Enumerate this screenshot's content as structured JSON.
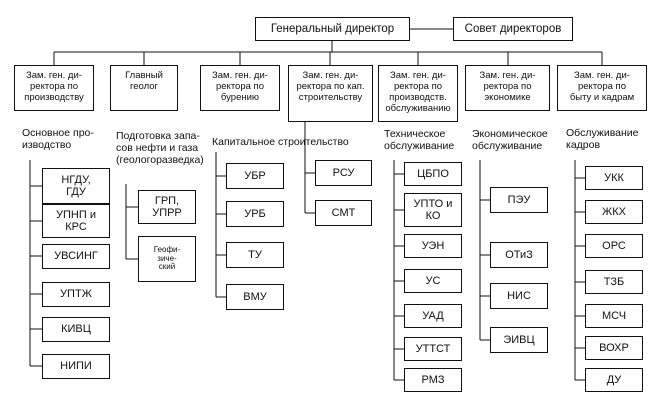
{
  "top": {
    "ceo": "Генеральный директор",
    "board": "Совет директоров"
  },
  "departments": [
    {
      "title": "Зам. ген. ди-\nректора по\nпроизводству",
      "area": "Основное про-\nизводство",
      "units": [
        "НГДУ,\nГДУ",
        "УПНП и\nКРС",
        "УВСИНГ",
        "УПТЖ",
        "КИВЦ",
        "НИПИ"
      ]
    },
    {
      "title": "Главный\nгеолог",
      "area": "Подготовка запа-\nсов нефти и газа\n(геологоразведка)",
      "units": [
        "ГРП,\nУПРР",
        "Геофи-\nзиче-\nский"
      ]
    },
    {
      "title": "Зам. ген. ди-\nректора по\nбурению",
      "area": "Капитальное строительство",
      "units": [
        "УБР",
        "УРБ",
        "ТУ",
        "ВМУ"
      ]
    },
    {
      "title": "Зам. ген. ди-\nректора по кап.\nстроительству",
      "area": "",
      "units": [
        "РСУ",
        "СМТ"
      ]
    },
    {
      "title": "Зам. ген. ди-\nректора по\nпроизводств.\nобслуживанию",
      "area": "Техническое\nобслуживание",
      "units": [
        "ЦБПО",
        "УПТО и\nКО",
        "УЭН",
        "УС",
        "УАД",
        "УТТСТ",
        "РМЗ"
      ]
    },
    {
      "title": "Зам. ген. ди-\nректора по\nэкономике",
      "area": "Экономическое\nобслуживание",
      "units": [
        "ПЭУ",
        "ОТиЗ",
        "НИС",
        "ЭИВЦ"
      ]
    },
    {
      "title": "Зам. ген. ди-\nректора по\nбыту и кадрам",
      "area": "Обслуживание\nкадров",
      "units": [
        "УКК",
        "ЖКХ",
        "ОРС",
        "ТЗБ",
        "МСЧ",
        "ВОХР",
        "ДУ"
      ]
    }
  ]
}
